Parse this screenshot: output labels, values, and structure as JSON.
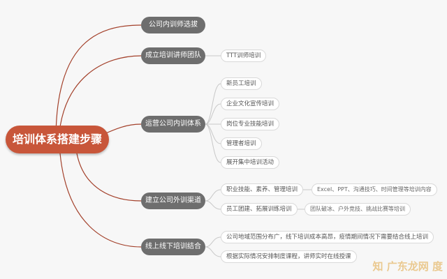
{
  "root": {
    "label": "培训体系搭建步骤"
  },
  "branches": [
    {
      "label": "公司内训师选拔"
    },
    {
      "label": "成立培训讲师团队"
    },
    {
      "label": "运营公司内训体系"
    },
    {
      "label": "建立公司外训渠道"
    },
    {
      "label": "线上线下培训结合"
    }
  ],
  "leaves": {
    "team": [
      "TTT训师培训"
    ],
    "operate": [
      "新员工培训",
      "企业文化宣传培训",
      "岗位专业技能培训",
      "管理者培训",
      "展开集中培训活动"
    ],
    "external": [
      "职业技能、素养、管理培训",
      "员工团建、拓展训练培训"
    ],
    "online": [
      "公司地域范围分布广，线下培训成本高昂，疫情期间情况下需要结合线上培训",
      "根据实际情况安排制度课程，讲师实时在线授课"
    ]
  },
  "subleaves": {
    "skills": "Excel、PPT、沟通技巧、时间管理等培训内容",
    "teambuilding": "团队破冰、户外竞技、挑战比赛等培训"
  },
  "watermark": "知 广东龙网 度",
  "colors": {
    "root": "#c8563a",
    "branch": "#6e6e6e",
    "connector": "#a3402a",
    "leaf_connector": "#c8c8c8"
  }
}
